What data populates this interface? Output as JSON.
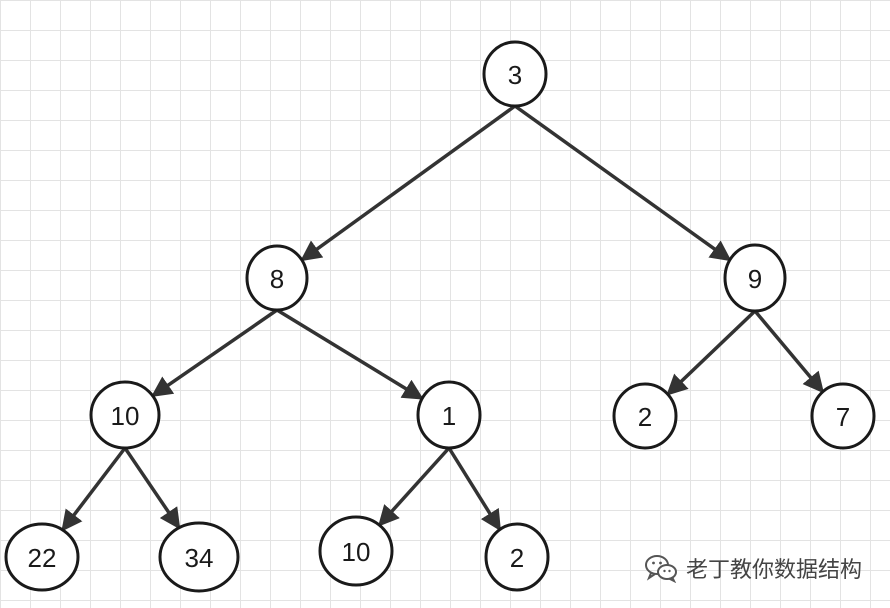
{
  "tree": {
    "nodes": [
      {
        "id": "n3",
        "label": "3"
      },
      {
        "id": "n8",
        "label": "8"
      },
      {
        "id": "n9",
        "label": "9"
      },
      {
        "id": "n10a",
        "label": "10"
      },
      {
        "id": "n1",
        "label": "1"
      },
      {
        "id": "n2a",
        "label": "2"
      },
      {
        "id": "n7",
        "label": "7"
      },
      {
        "id": "n22",
        "label": "22"
      },
      {
        "id": "n34",
        "label": "34"
      },
      {
        "id": "n10b",
        "label": "10"
      },
      {
        "id": "n2b",
        "label": "2"
      }
    ],
    "edges": [
      {
        "from": "n3",
        "to": "n8"
      },
      {
        "from": "n3",
        "to": "n9"
      },
      {
        "from": "n8",
        "to": "n10a"
      },
      {
        "from": "n8",
        "to": "n1"
      },
      {
        "from": "n9",
        "to": "n2a"
      },
      {
        "from": "n9",
        "to": "n7"
      },
      {
        "from": "n10a",
        "to": "n22"
      },
      {
        "from": "n10a",
        "to": "n34"
      },
      {
        "from": "n1",
        "to": "n10b"
      },
      {
        "from": "n1",
        "to": "n2b"
      }
    ]
  },
  "watermark": {
    "text": "老丁教你数据结构",
    "icon": "wechat-icon"
  },
  "colors": {
    "stroke": "#1a1a1a",
    "edge": "#333333",
    "grid": "#e3e3e3",
    "background": "#ffffff"
  }
}
